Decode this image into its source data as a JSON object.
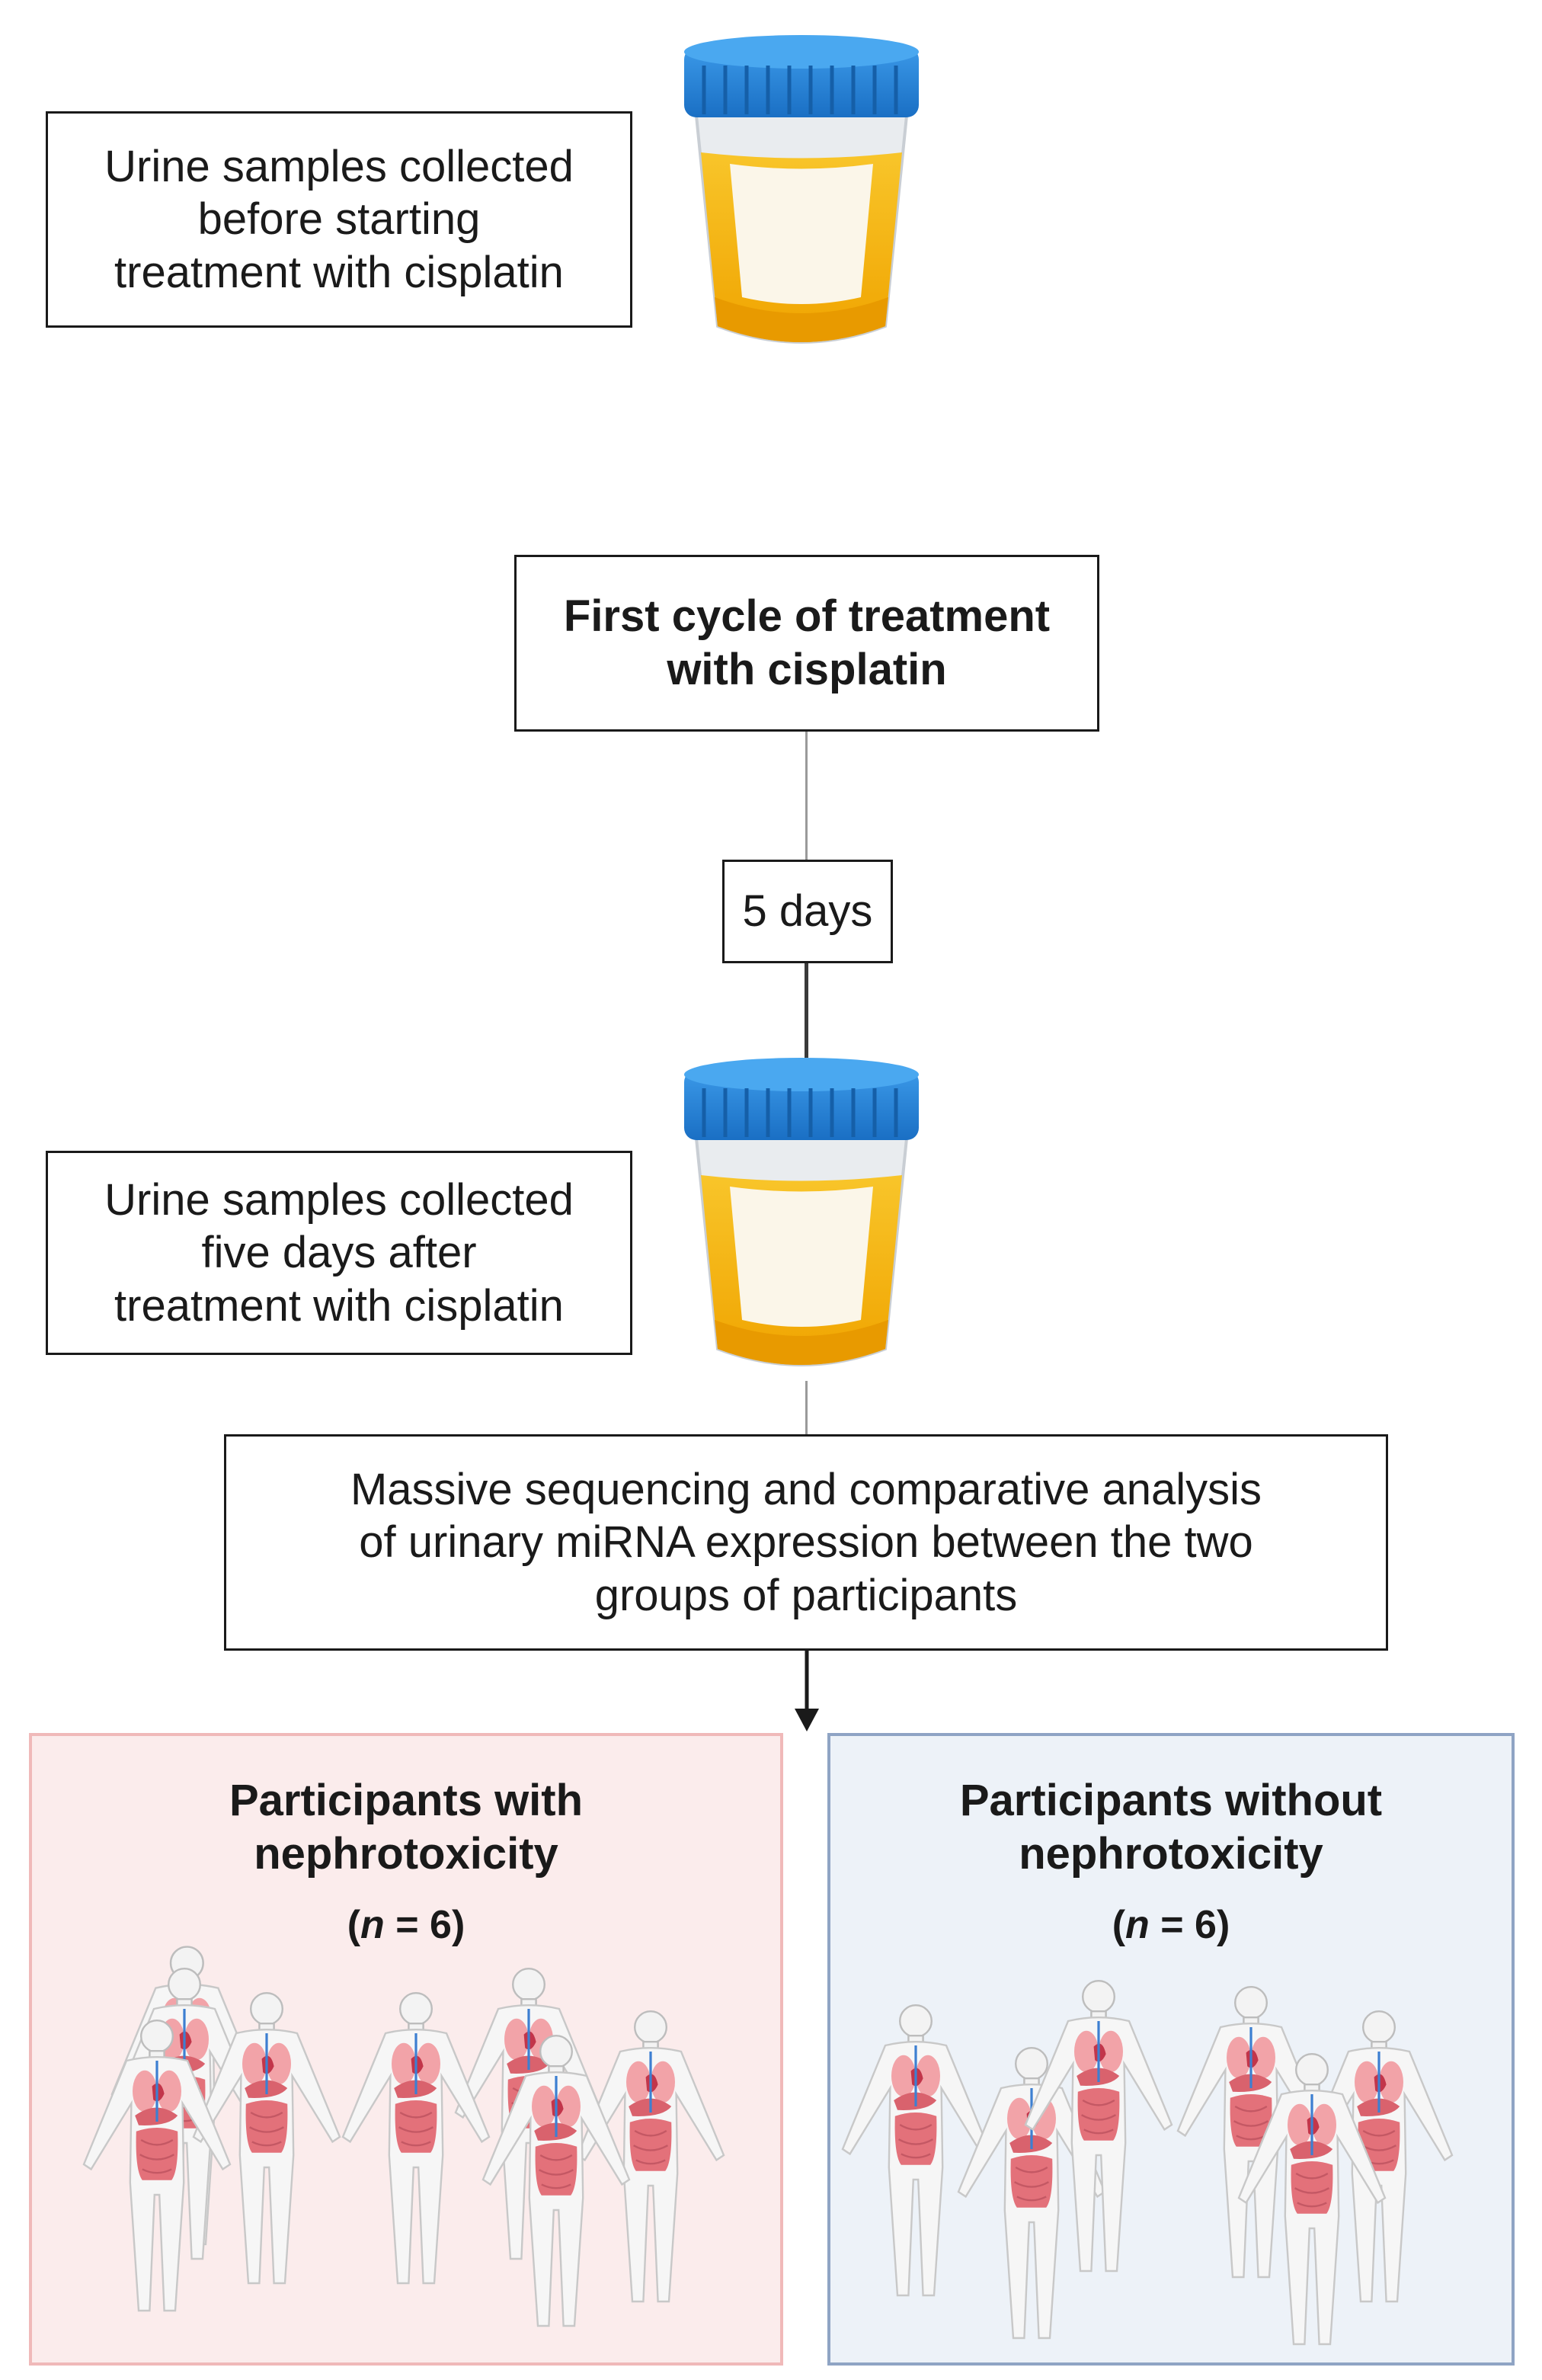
{
  "steps": {
    "pre": {
      "lines": [
        "Urine samples collected",
        "before starting",
        "treatment with cisplatin"
      ]
    },
    "cycle": {
      "lines": [
        "First cycle of treatment",
        "with cisplatin"
      ]
    },
    "interval": {
      "label": "5 days"
    },
    "post": {
      "lines": [
        "Urine samples collected",
        "five days after",
        "treatment with cisplatin"
      ]
    },
    "analysis": {
      "lines": [
        "Massive sequencing and comparative analysis",
        "of urinary miRNA expression between the two",
        "groups of participants"
      ]
    }
  },
  "groups": {
    "with": {
      "lines": [
        "Participants with",
        "nephrotoxicity"
      ],
      "n_prefix": "(",
      "n_symbol": "n",
      "n_rest": " = 6)",
      "bg": "#fbecec",
      "border": "#f0b9b9"
    },
    "without": {
      "lines": [
        "Participants without",
        "nephrotoxicity"
      ],
      "n_prefix": "(",
      "n_symbol": "n",
      "n_rest": " = 6)",
      "bg": "#edf2f8",
      "border": "#8fa4c4"
    }
  },
  "icons": [
    "urine-cup-icon",
    "human-anatomy-icon"
  ],
  "colors": {
    "cup_lid": "#1f7fd6",
    "urine": "#f5b400",
    "organ": "#e3717a",
    "body_outline": "#c8c8c8"
  }
}
